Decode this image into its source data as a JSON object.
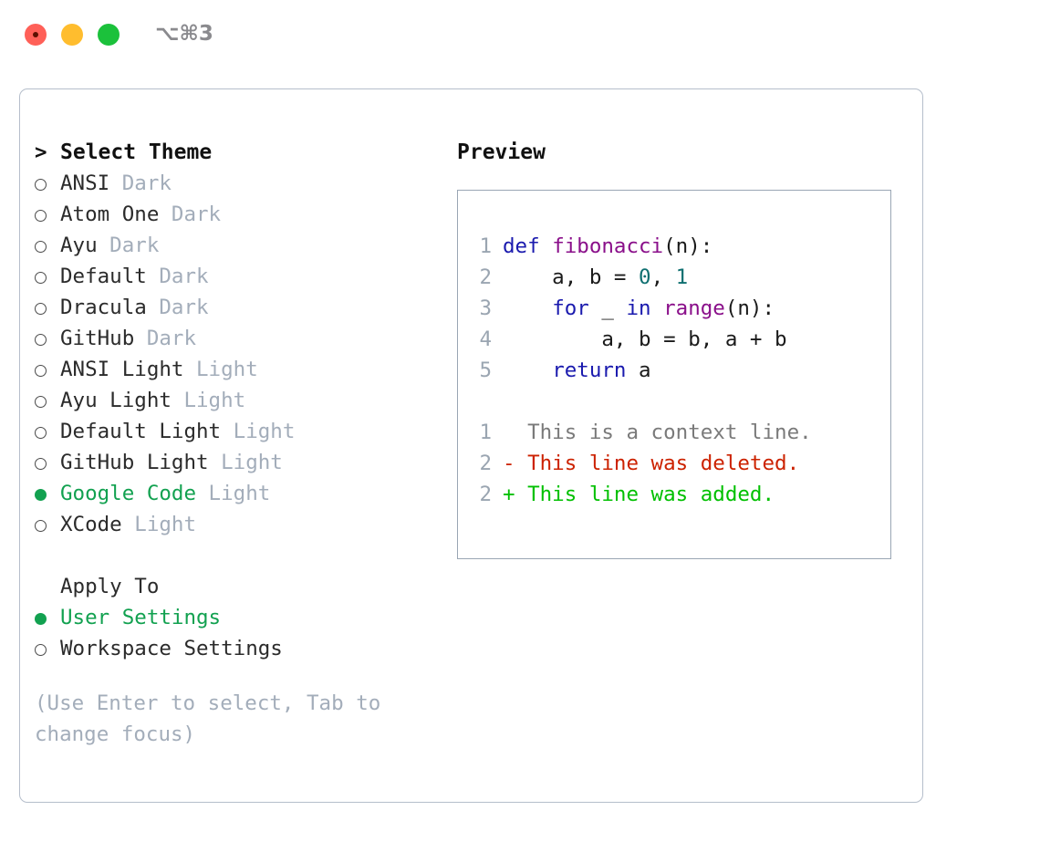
{
  "window": {
    "traffic_lights": [
      "close",
      "minimize",
      "maximize"
    ],
    "shortcut_title": "⌥⌘3",
    "colors": {
      "close": "#FF6058",
      "minimize": "#FFBD2E",
      "maximize": "#1BC13B",
      "accent_green": "#12A150",
      "border": "#B5BECB",
      "muted": "#A3ADBA"
    }
  },
  "theme_picker": {
    "header_marker": ">",
    "header": "Select Theme",
    "items": [
      {
        "name": "ANSI",
        "kind": "Dark",
        "selected": false
      },
      {
        "name": "Atom One",
        "kind": "Dark",
        "selected": false
      },
      {
        "name": "Ayu",
        "kind": "Dark",
        "selected": false
      },
      {
        "name": "Default",
        "kind": "Dark",
        "selected": false
      },
      {
        "name": "Dracula",
        "kind": "Dark",
        "selected": false
      },
      {
        "name": "GitHub",
        "kind": "Dark",
        "selected": false
      },
      {
        "name": "ANSI Light",
        "kind": "Light",
        "selected": false
      },
      {
        "name": "Ayu Light",
        "kind": "Light",
        "selected": false
      },
      {
        "name": "Default Light",
        "kind": "Light",
        "selected": false
      },
      {
        "name": "GitHub Light",
        "kind": "Light",
        "selected": false
      },
      {
        "name": "Google Code",
        "kind": "Light",
        "selected": true
      },
      {
        "name": "XCode",
        "kind": "Light",
        "selected": false
      }
    ]
  },
  "apply_to": {
    "header": "Apply To",
    "options": [
      {
        "label": "User Settings",
        "selected": true
      },
      {
        "label": "Workspace Settings",
        "selected": false
      }
    ]
  },
  "hint": "(Use Enter to select, Tab to change focus)",
  "preview": {
    "title": "Preview",
    "code_lines": [
      {
        "no": "1",
        "tokens": [
          {
            "t": "def ",
            "c": "kw"
          },
          {
            "t": "fibonacci",
            "c": "fn"
          },
          {
            "t": "(n):",
            "c": "plain"
          }
        ]
      },
      {
        "no": "2",
        "tokens": [
          {
            "t": "    a, b = ",
            "c": "plain"
          },
          {
            "t": "0",
            "c": "num"
          },
          {
            "t": ", ",
            "c": "plain"
          },
          {
            "t": "1",
            "c": "num"
          }
        ]
      },
      {
        "no": "3",
        "tokens": [
          {
            "t": "    ",
            "c": "plain"
          },
          {
            "t": "for",
            "c": "kw"
          },
          {
            "t": " _ ",
            "c": "plain"
          },
          {
            "t": "in",
            "c": "kw"
          },
          {
            "t": " ",
            "c": "plain"
          },
          {
            "t": "range",
            "c": "fn"
          },
          {
            "t": "(n):",
            "c": "plain"
          }
        ]
      },
      {
        "no": "4",
        "tokens": [
          {
            "t": "        a, b = b, a + b",
            "c": "plain"
          }
        ]
      },
      {
        "no": "5",
        "tokens": [
          {
            "t": "    ",
            "c": "plain"
          },
          {
            "t": "return",
            "c": "kw"
          },
          {
            "t": " a",
            "c": "plain"
          }
        ]
      }
    ],
    "diff_lines": [
      {
        "no": "1",
        "marker": "  ",
        "text": "This is a context line.",
        "cls": "diff-ctx"
      },
      {
        "no": "2",
        "marker": "- ",
        "text": "This line was deleted.",
        "cls": "diff-del"
      },
      {
        "no": "2",
        "marker": "+ ",
        "text": "This line was added.",
        "cls": "diff-add"
      }
    ]
  }
}
